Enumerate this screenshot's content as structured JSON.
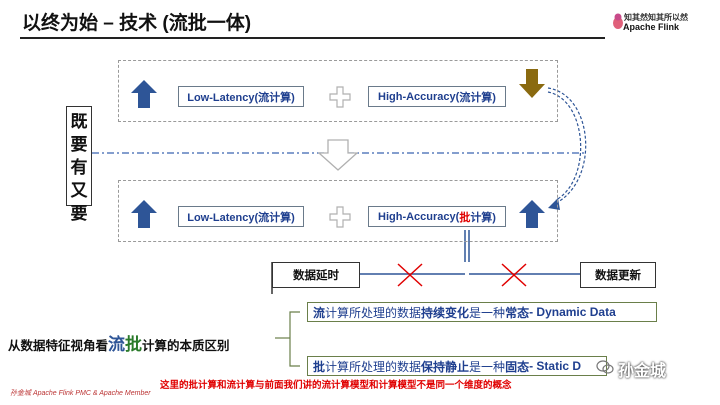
{
  "header": {
    "title": "以终为始 – 技术 (流批一体)",
    "logo_line1": "知其然知其所以然",
    "logo_line2": "Apache Flink"
  },
  "top_row": {
    "left_label": "Low-Latency(流计算)",
    "right_label_prefix": "High-Accuracy(",
    "right_label_highlight": "流",
    "right_label_suffix": "计算)"
  },
  "bottom_row": {
    "left_label": "Low-Latency(流计算)",
    "right_label_prefix": "High-Accuracy(",
    "right_label_highlight": "批",
    "right_label_suffix": "计算)"
  },
  "side_label": "既要有又要",
  "latency_box": "数据延时",
  "update_box": "数据更新",
  "left_caption": {
    "prefix": "从数据特征视角看",
    "stream": "流",
    "batch": "批",
    "suffix": "计算的本质区别"
  },
  "desc_stream": {
    "a": "流",
    "b": "计算所处理的数据",
    "c": "持续变化",
    "d": "是一种",
    "e": "常态",
    "f": " - Dynamic Data"
  },
  "desc_batch": {
    "a": "批",
    "b": "计算所处理的数据",
    "c": "保持静止",
    "d": "是一种",
    "e": "固态",
    "f": " - Static D"
  },
  "footer": {
    "left": "孙金城 Apache Flink PMC & Apache Member",
    "center": "这里的批计算和流计算与前面我们讲的流计算模型和计算模型不是同一个维度的概念"
  },
  "watermark": "孙金城",
  "colors": {
    "blue_arrow": "#2e5597",
    "gold_arrow": "#8a6a10",
    "red": "#e00000",
    "label_text": "#1f3f8f"
  }
}
